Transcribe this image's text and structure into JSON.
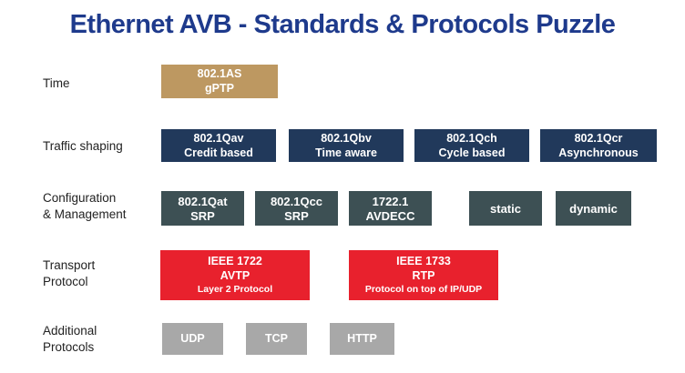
{
  "title": "Ethernet AVB - Standards & Protocols Puzzle",
  "colors": {
    "title_blue": "#1E3A8C",
    "time_tan": "#BD9861",
    "traffic_shaping_navy": "#21395B",
    "config_slate": "#3D5054",
    "transport_red": "#E8212D",
    "additional_gray": "#A8A8A8",
    "box_text": "#FFFFFF",
    "label_text": "#222222"
  },
  "rows": [
    {
      "label": [
        "Time"
      ],
      "boxes": [
        {
          "lines": [
            "802.1AS",
            "gPTP"
          ]
        }
      ]
    },
    {
      "label": [
        "Traffic shaping"
      ],
      "boxes": [
        {
          "lines": [
            "802.1Qav",
            "Credit based"
          ]
        },
        {
          "lines": [
            "802.1Qbv",
            "Time aware"
          ]
        },
        {
          "lines": [
            "802.1Qch",
            "Cycle based"
          ]
        },
        {
          "lines": [
            "802.1Qcr",
            "Asynchronous"
          ]
        }
      ]
    },
    {
      "label": [
        "Configuration",
        "& Management"
      ],
      "boxes": [
        {
          "lines": [
            "802.1Qat",
            "SRP"
          ]
        },
        {
          "lines": [
            "802.1Qcc",
            "SRP"
          ]
        },
        {
          "lines": [
            "1722.1",
            "AVDECC"
          ]
        },
        {
          "lines": [
            "static"
          ]
        },
        {
          "lines": [
            "dynamic"
          ]
        }
      ]
    },
    {
      "label": [
        "Transport",
        "Protocol"
      ],
      "boxes": [
        {
          "lines": [
            "IEEE 1722",
            "AVTP",
            "Layer 2 Protocol"
          ]
        },
        {
          "lines": [
            "IEEE 1733",
            "RTP",
            "Protocol on top of IP/UDP"
          ]
        }
      ]
    },
    {
      "label": [
        "Additional",
        "Protocols"
      ],
      "boxes": [
        {
          "lines": [
            "UDP"
          ]
        },
        {
          "lines": [
            "TCP"
          ]
        },
        {
          "lines": [
            "HTTP"
          ]
        }
      ]
    }
  ]
}
